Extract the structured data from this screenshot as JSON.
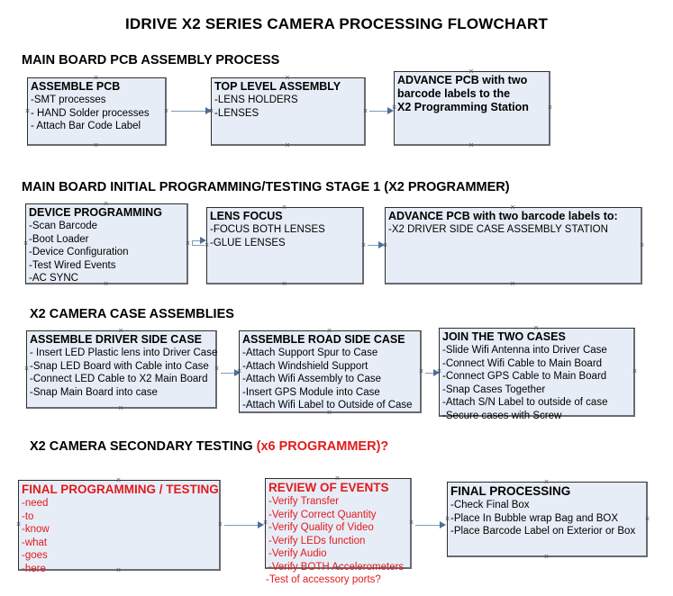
{
  "document": {
    "title": "IDRIVE X2  SERIES CAMERA PROCESSING FLOWCHART",
    "colors": {
      "box_fill": "#e7edf7",
      "box_border": "#2e2e2e",
      "box_shadow": "#6a6a72",
      "connector": "#7f9ab5",
      "arrowhead": "#4a6f9c",
      "text": "#000000",
      "accent_red": "#e01b1b"
    }
  },
  "sections": [
    {
      "heading": "MAIN BOARD PCB ASSEMBLY PROCESS",
      "heading_accent": "",
      "nodes": [
        {
          "title": "ASSEMBLE PCB",
          "lines": [
            "-SMT processes",
            "- HAND Solder processes",
            "- Attach Bar Code Label"
          ],
          "color": "black"
        },
        {
          "title": "TOP LEVEL ASSEMBLY",
          "lines": [
            "-LENS HOLDERS",
            "-LENSES"
          ],
          "color": "black"
        },
        {
          "title": "ADVANCE PCB with two",
          "lines": [
            "barcode labels to the",
            " X2 Programming Station"
          ],
          "color": "black"
        }
      ]
    },
    {
      "heading": "MAIN BOARD INITIAL PROGRAMMING/TESTING STAGE 1 (X2 PROGRAMMER)",
      "heading_accent": "",
      "nodes": [
        {
          "title": "DEVICE PROGRAMMING",
          "lines": [
            "-Scan Barcode",
            "-Boot Loader",
            "-Device Configuration",
            "-Test Wired Events",
            "-AC SYNC"
          ],
          "color": "black"
        },
        {
          "title": "LENS FOCUS",
          "lines": [
            "-FOCUS BOTH LENSES",
            "-GLUE LENSES"
          ],
          "color": "black"
        },
        {
          "title": "ADVANCE PCB with two barcode labels to:",
          "lines": [
            "-X2 DRIVER  SIDE  CASE  ASSEMBLY STATION"
          ],
          "color": "black"
        }
      ]
    },
    {
      "heading": "X2 CAMERA CASE ASSEMBLIES",
      "heading_accent": "",
      "nodes": [
        {
          "title": "ASSEMBLE DRIVER SIDE CASE",
          "lines": [
            "- Insert LED Plastic lens into Driver Case",
            "-Snap LED Board with Cable into Case",
            "-Connect LED Cable to X2 Main Board",
            "-Snap Main Board into case"
          ],
          "color": "black"
        },
        {
          "title": "ASSEMBLE ROAD SIDE CASE",
          "lines": [
            "-Attach Support Spur to Case",
            "-Attach Windshield Support",
            "-Attach Wifi Assembly to Case",
            "-Insert GPS Module into Case",
            "-Attach Wifi Label to Outside of Case"
          ],
          "color": "black"
        },
        {
          "title": "JOIN THE TWO CASES",
          "lines": [
            "-Slide Wifi Antenna into Driver Case",
            "-Connect Wifi Cable to Main Board",
            "-Connect GPS Cable to Main Board",
            "-Snap Cases Together",
            "-Attach S/N Label to outside of case",
            "-Secure cases with Screw"
          ],
          "color": "black"
        }
      ]
    },
    {
      "heading": "X2 CAMERA SECONDARY TESTING ",
      "heading_accent": "(x6 PROGRAMMER)?",
      "nodes": [
        {
          "title": "FINAL PROGRAMMING / TESTING",
          "lines": [
            "-need",
            "-to",
            "-know",
            "-what",
            "-goes",
            "-here"
          ],
          "color": "red"
        },
        {
          "title": "REVIEW OF EVENTS",
          "lines": [
            "-Verify Transfer",
            "-Verify Correct Quantity",
            "-Verify Quality of Video",
            "-Verify LEDs function",
            "-Verify Audio",
            "-Verify BOTH Accelerometers",
            "-Test of accessory ports?"
          ],
          "color": "red"
        },
        {
          "title": "FINAL PROCESSING",
          "lines": [
            " -Check Final Box",
            "-Place In Bubble wrap Bag and BOX",
            "-Place Barcode Label on Exterior or Box"
          ],
          "color": "black"
        }
      ]
    }
  ]
}
